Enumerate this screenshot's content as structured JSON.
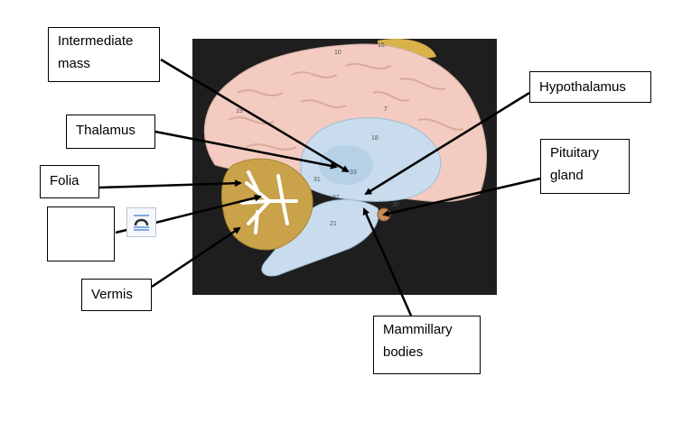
{
  "labels": {
    "intermediate_mass": [
      "Intermediate",
      "mass"
    ],
    "thalamus": "Thalamus",
    "folia": "Folia",
    "blank": "",
    "vermis": "Vermis",
    "hypothalamus": "Hypothalamus",
    "pituitary_gland": [
      "Pituitary",
      "gland"
    ],
    "mammillary_bodies": [
      "Mammillary",
      "bodies"
    ]
  },
  "model_numbers": [
    "10",
    "15",
    "19",
    "7",
    "18",
    "33",
    "31",
    "37",
    "21",
    "30"
  ],
  "icons": {
    "layout_options": "text-wrap-options-icon"
  },
  "colors": {
    "photo_background": "#1e1e1e",
    "cerebrum": "#f3cbc0",
    "ventricle_brainstem": "#c8dced",
    "cerebellum": "#c9a24a",
    "arbor_vitae": "#ffffff",
    "pituitary": "#c98a5a",
    "leader_lines": "#000000"
  }
}
